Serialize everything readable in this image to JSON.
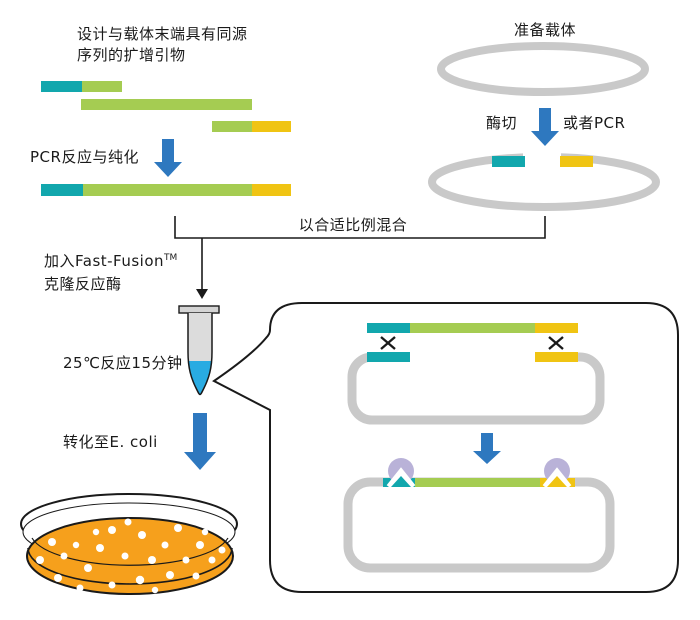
{
  "title": {
    "line1": "设计与载体末端具有同源",
    "line2": "序列的扩增引物"
  },
  "labels": {
    "pcr_step": "PCR反应与纯化",
    "prepare_vector": "准备载体",
    "enzyme_cut": "酶切",
    "or_pcr": "或者PCR",
    "mix_ratio": "以合适比例混合",
    "add_enzyme_line1": "加入Fast-Fusion",
    "add_enzyme_tm": "TM",
    "add_enzyme_line2": "克隆反应酶",
    "reaction": "25℃反应15分钟",
    "transform": "转化至E. coli"
  },
  "colors": {
    "teal": "#12a7ad",
    "green": "#a5cc52",
    "yellow": "#f0c413",
    "arrow_blue": "#2e78bf",
    "plasmid_gray": "#c9c9c9",
    "enzyme_lavender": "#b9b2d8",
    "agar_orange": "#f6a01c",
    "liquid_blue": "#29abe2",
    "cap_gray": "#d4d4d4",
    "outline": "#1a1a1a",
    "white": "#ffffff"
  },
  "petri_dish": {
    "colony_count": 26
  }
}
